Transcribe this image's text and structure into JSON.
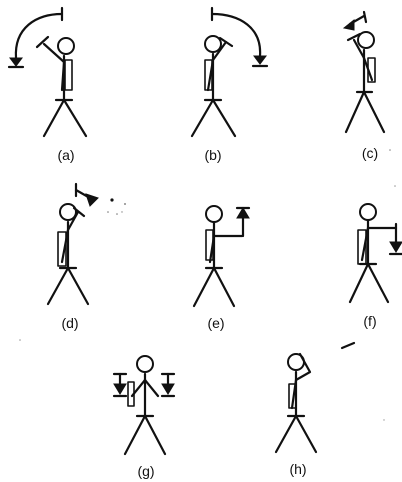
{
  "figures": [
    {
      "id": "a",
      "label": "(a)"
    },
    {
      "id": "b",
      "label": "(b)"
    },
    {
      "id": "c",
      "label": "(c)"
    },
    {
      "id": "d",
      "label": "(d)"
    },
    {
      "id": "e",
      "label": "(e)"
    },
    {
      "id": "f",
      "label": "(f)"
    },
    {
      "id": "g",
      "label": "(g)"
    },
    {
      "id": "h",
      "label": "(h)"
    }
  ]
}
